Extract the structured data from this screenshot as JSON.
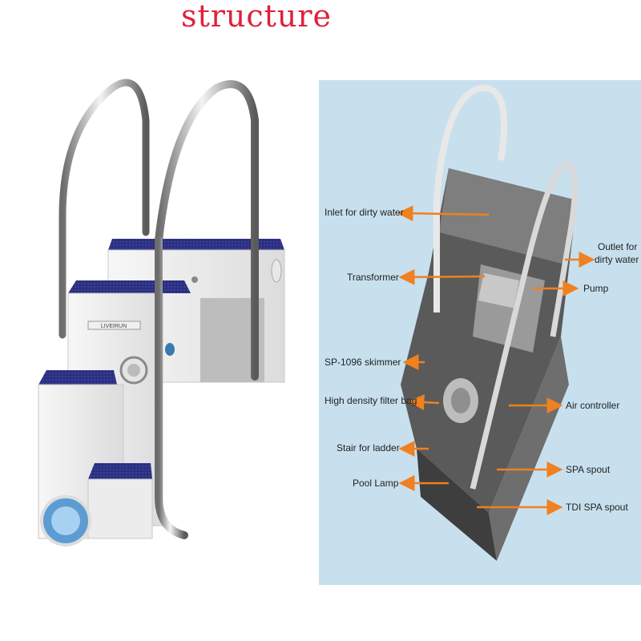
{
  "title": "structure",
  "product": {
    "brand_plate": "LIVEIRUN"
  },
  "callouts": {
    "left": [
      {
        "label": "Inlet for dirty water"
      },
      {
        "label": "Transformer"
      },
      {
        "label": "SP-1096 skimmer"
      },
      {
        "label": "High density filter bag"
      },
      {
        "label": "Stair for ladder"
      },
      {
        "label": "Pool Lamp"
      }
    ],
    "right": [
      {
        "label_line1": "Outlet for",
        "label_line2": "dirty water"
      },
      {
        "label": "Pump"
      },
      {
        "label": "Air controller"
      },
      {
        "label": "SPA spout"
      },
      {
        "label": "TDI SPA spout"
      }
    ]
  },
  "colors": {
    "title": "#e0203a",
    "panel_bg": "#c8e0ee",
    "arrow": "#f08020",
    "tread": "#2a2f80"
  }
}
